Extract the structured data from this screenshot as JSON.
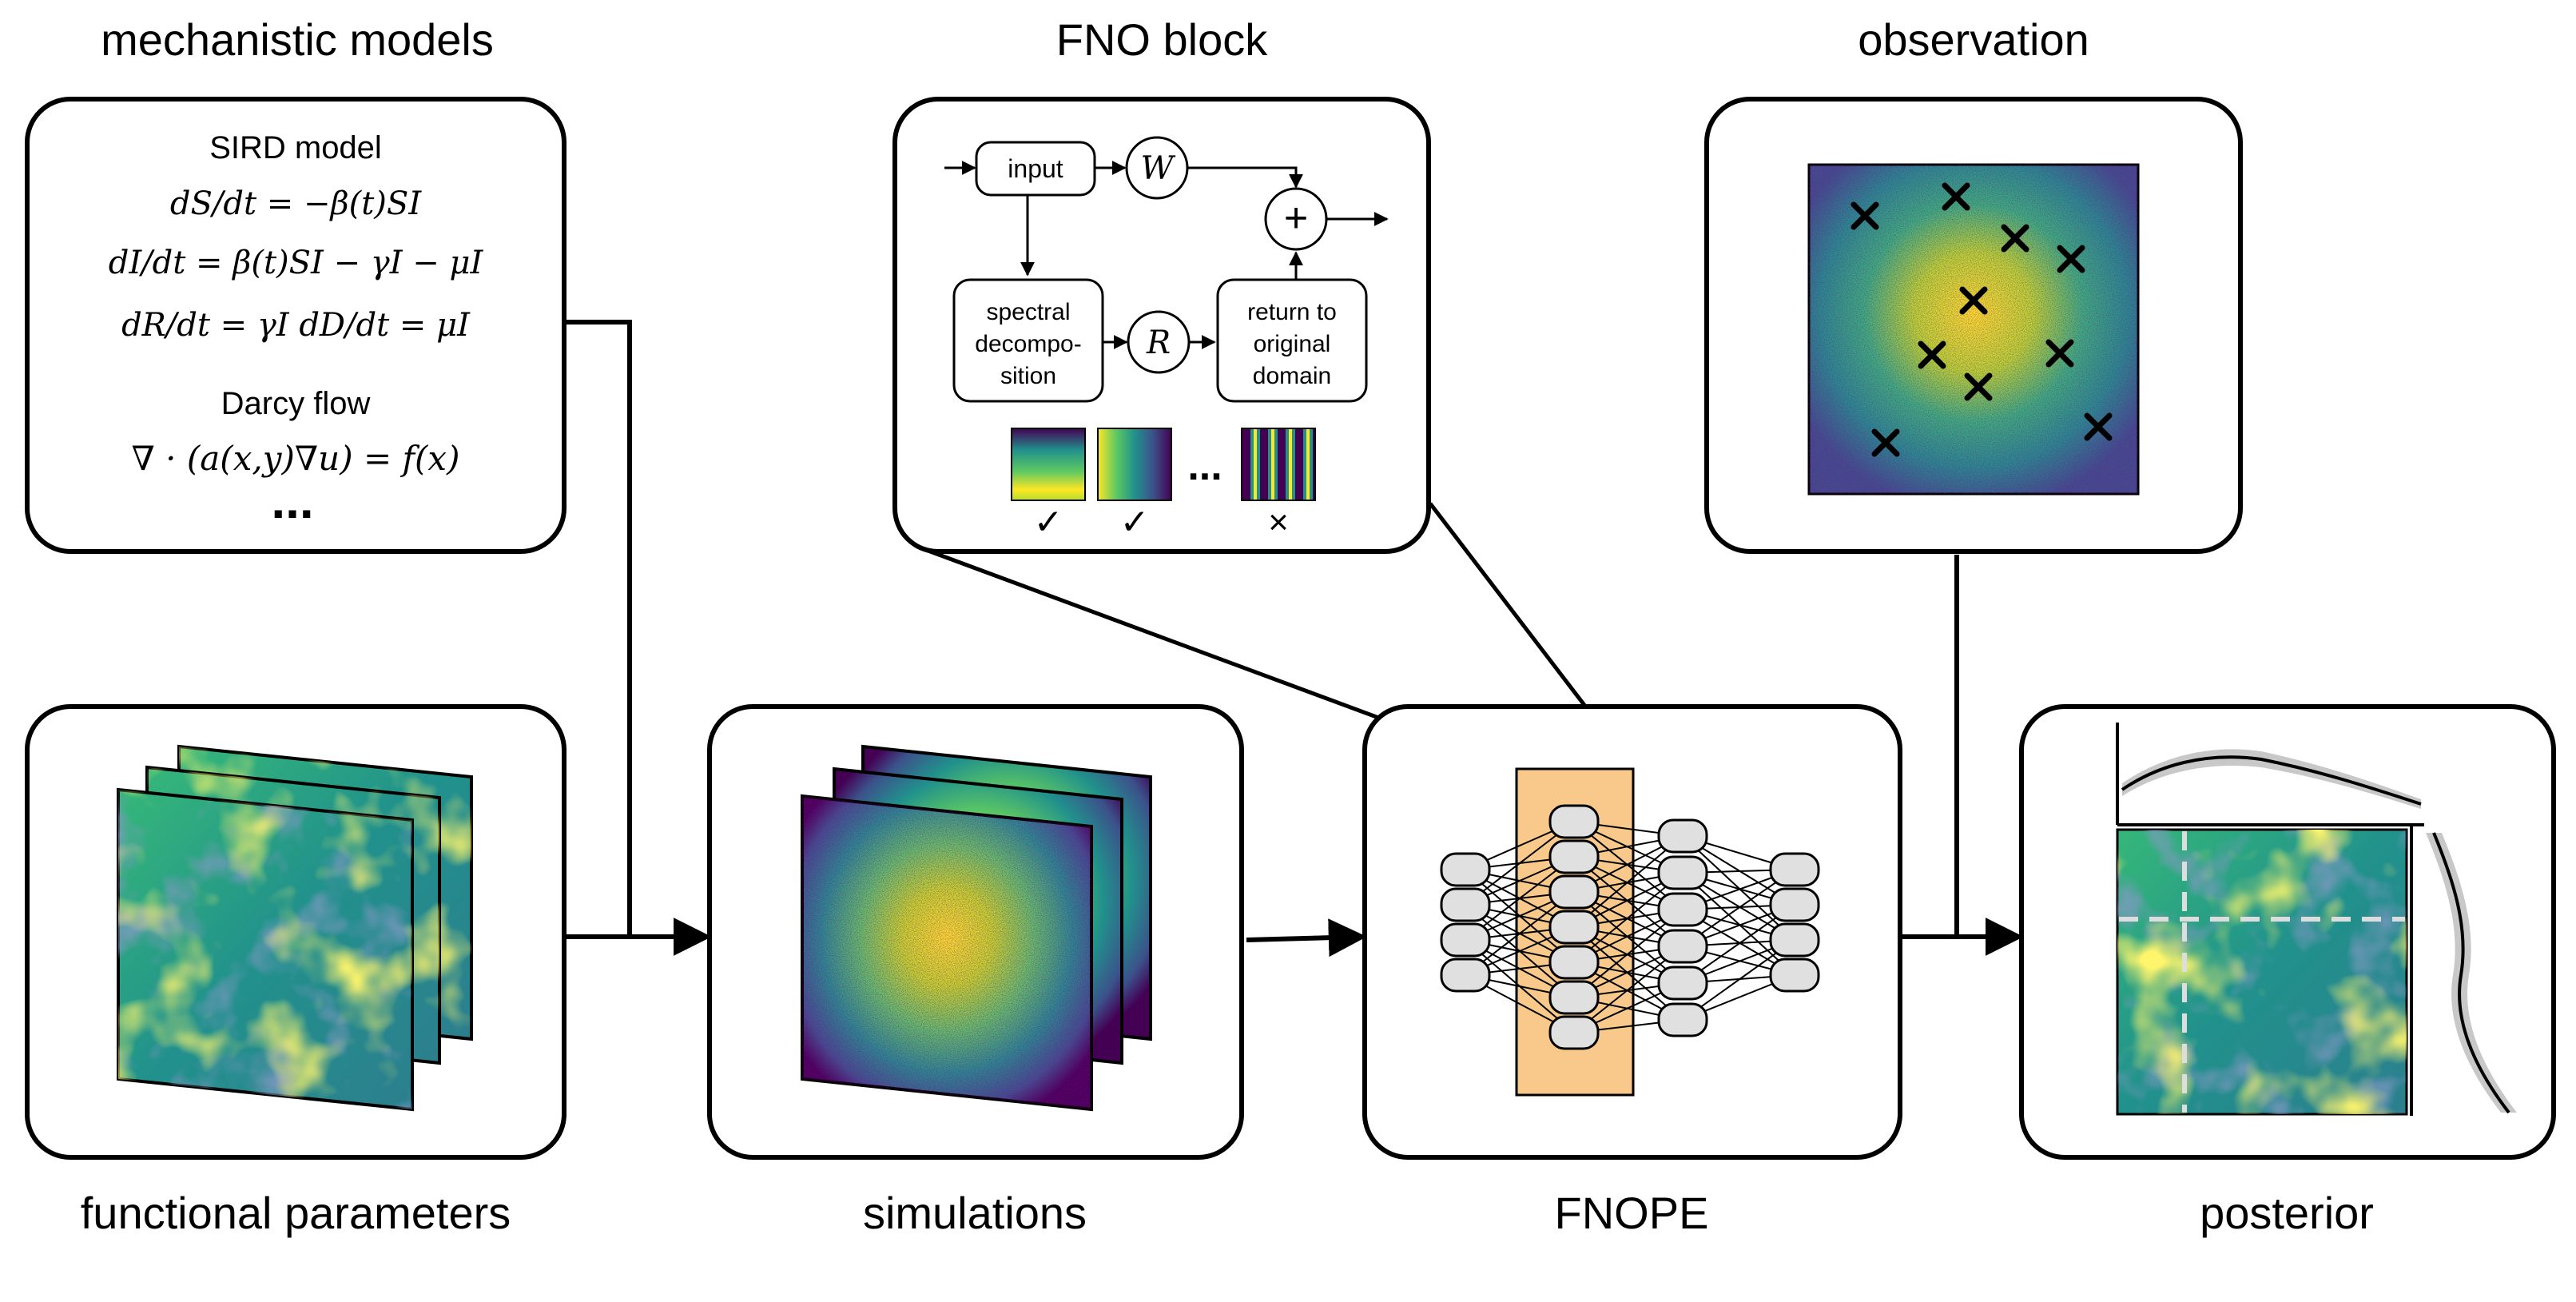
{
  "panels": {
    "mechanistic": {
      "title": "mechanistic models",
      "sird_title": "SIRD model",
      "eq_s": "dS/dt = −β(t)SI",
      "eq_i": "dI/dt = β(t)SI − γI − μI",
      "eq_rd": "dR/dt = γI   dD/dt = μI",
      "darcy_title": "Darcy flow",
      "eq_darcy": "∇ · (a(x,y)∇u) = f(x)",
      "more": "..."
    },
    "fno_block": {
      "title": "FNO block",
      "input": "input",
      "w": "W",
      "plus": "+",
      "spectral_1": "spectral",
      "spectral_2": "decompo-",
      "spectral_3": "sition",
      "r": "R",
      "return_1": "return to",
      "return_2": "original",
      "return_3": "domain",
      "ellipsis": "...",
      "check": "✓",
      "cross": "×"
    },
    "observation": {
      "title": "observation",
      "marker": "×"
    },
    "functional": {
      "title": "functional parameters"
    },
    "simulations": {
      "title": "simulations"
    },
    "fnope": {
      "title": "FNOPE"
    },
    "posterior": {
      "title": "posterior"
    }
  },
  "colors": {
    "viridis_dark": "#440154",
    "viridis_mid": "#21918c",
    "viridis_light": "#5ec962",
    "viridis_yellow": "#fde725",
    "highlight": "#f8c98a",
    "neuron": "#e0e0e0"
  }
}
